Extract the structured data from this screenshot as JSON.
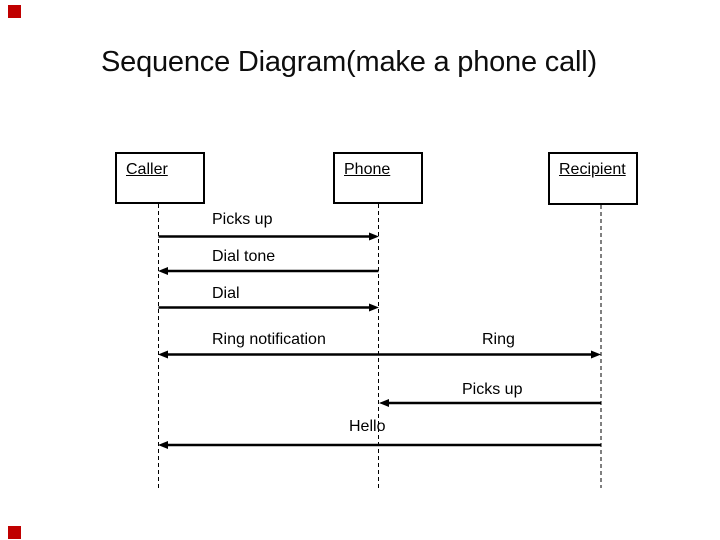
{
  "slide": {
    "title": "Sequence Diagram(make a phone call)",
    "background_color": "#ffffff",
    "corner_marker_color": "#c00000"
  },
  "diagram": {
    "type": "sequence",
    "line_color": "#000000",
    "actors": [
      {
        "name": "Caller"
      },
      {
        "name": "Phone"
      },
      {
        "name": "Recipient"
      }
    ],
    "messages": [
      {
        "label": "Picks up",
        "from": "Caller",
        "to": "Phone"
      },
      {
        "label": "Dial tone",
        "from": "Phone",
        "to": "Caller"
      },
      {
        "label": "Dial",
        "from": "Caller",
        "to": "Phone"
      },
      {
        "label": "Ring notification",
        "from": "Phone",
        "to": "Caller"
      },
      {
        "label": "Ring",
        "from": "Phone",
        "to": "Recipient"
      },
      {
        "label": "Picks up",
        "from": "Recipient",
        "to": "Phone"
      },
      {
        "label": "Hello",
        "from": "Recipient",
        "to": "Caller"
      }
    ]
  }
}
